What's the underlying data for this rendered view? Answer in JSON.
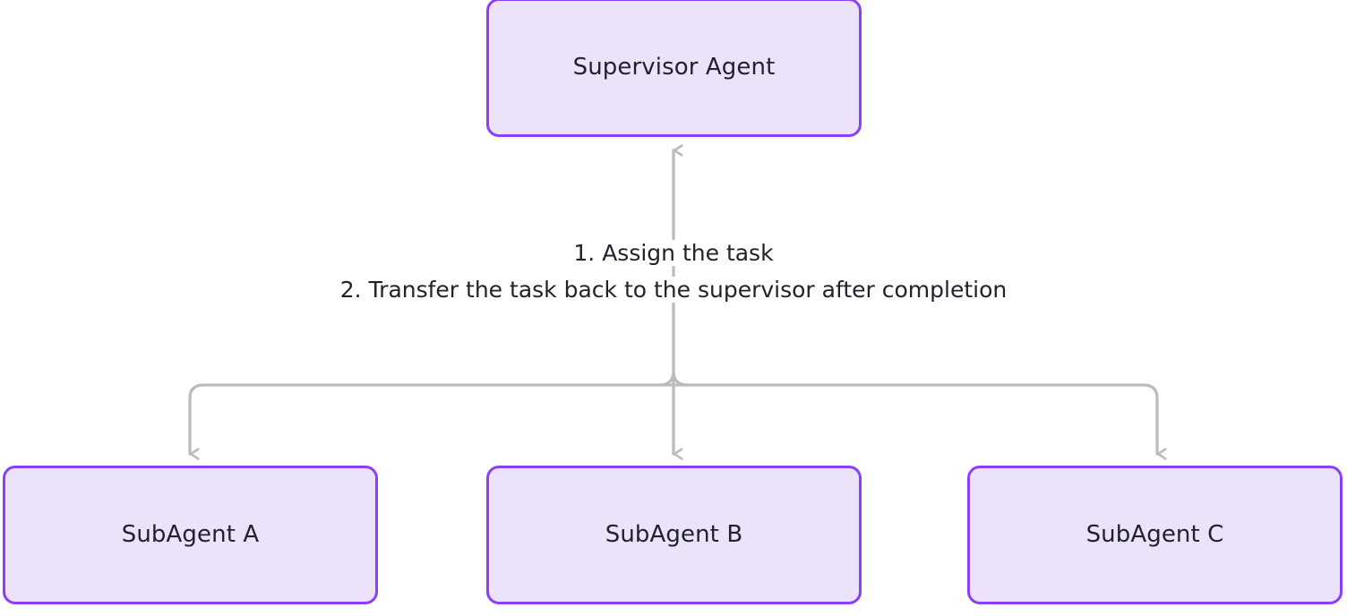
{
  "diagram": {
    "type": "flowchart",
    "orientation": "top-down",
    "background_color": "#ffffff",
    "node_style": {
      "border_color": "#8a3ffc",
      "fill_color": "#ece3fb",
      "text_color": "#21232b"
    },
    "edge_style": {
      "line_color": "#b9bbc0",
      "arrowhead": "open-v"
    },
    "nodes": [
      {
        "id": "supervisor",
        "label": "Supervisor Agent",
        "role": "supervisor"
      },
      {
        "id": "subagent_a",
        "label": "SubAgent A",
        "role": "worker"
      },
      {
        "id": "subagent_b",
        "label": "SubAgent B",
        "role": "worker"
      },
      {
        "id": "subagent_c",
        "label": "SubAgent C",
        "role": "worker"
      }
    ],
    "edge_label": {
      "line1": "1. Assign the task",
      "line2": "2. Transfer the task back to the supervisor after completion"
    },
    "edges": [
      {
        "from": "supervisor",
        "to": "subagent_a",
        "direction": "down"
      },
      {
        "from": "supervisor",
        "to": "subagent_b",
        "direction": "down"
      },
      {
        "from": "supervisor",
        "to": "subagent_c",
        "direction": "down"
      },
      {
        "from": "subagents",
        "to": "supervisor",
        "direction": "up"
      }
    ]
  }
}
